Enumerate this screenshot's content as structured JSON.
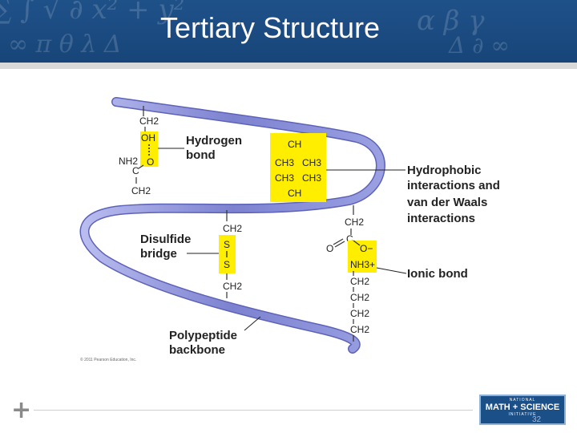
{
  "slide": {
    "title": "Tertiary Structure",
    "slide_number": "32"
  },
  "diagram": {
    "hydrogen_bond": {
      "label_line1": "Hydrogen",
      "label_line2": "bond",
      "top_ch2": "CH2",
      "oh": "OH",
      "o": "O",
      "nh2": "NH2",
      "c": "C",
      "bottom_ch2": "CH2"
    },
    "hydrophobic": {
      "label_line1": "Hydrophobic",
      "label_line2": "interactions and",
      "label_line3": "van der Waals",
      "label_line4": "interactions",
      "ch_top": "CH",
      "ch3_a": "CH3",
      "ch3_b": "CH3",
      "ch3_c": "CH3",
      "ch3_d": "CH3",
      "ch_bottom": "CH"
    },
    "disulfide": {
      "label_line1": "Disulfide",
      "label_line2": "bridge",
      "top_ch2": "CH2",
      "s_top": "S",
      "s_bottom": "S",
      "bottom_ch2": "CH2"
    },
    "ionic": {
      "label": "Ionic bond",
      "top_ch2": "CH2",
      "o_left": "O",
      "c": "C",
      "o_minus": "O−",
      "nh3": "NH3+",
      "ch2_1": "CH2",
      "ch2_2": "CH2",
      "ch2_3": "CH2",
      "ch2_4": "CH2"
    },
    "backbone": {
      "label_line1": "Polypeptide",
      "label_line2": "backbone"
    },
    "copyright": "© 2011 Pearson Education, Inc."
  },
  "logo": {
    "line1": "NATIONAL",
    "line2": "MATH + SCIENCE",
    "line3": "INITIATIVE"
  },
  "colors": {
    "header": "#1f5189",
    "ribbon": "#8a8fd6",
    "highlight": "#ffee00"
  }
}
